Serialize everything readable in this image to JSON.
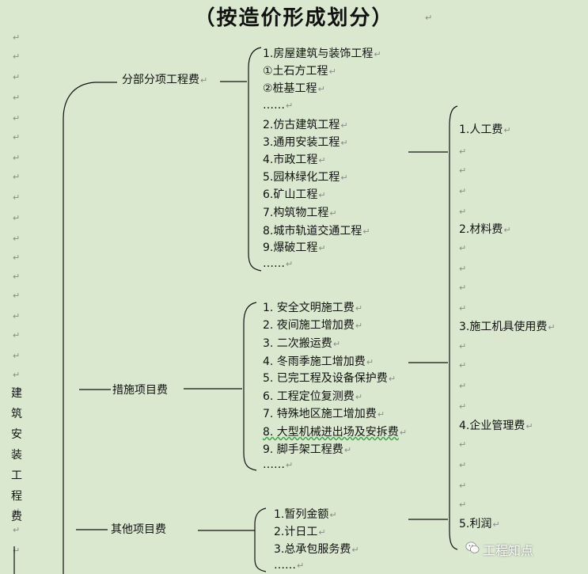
{
  "title": "（按造价形成划分）",
  "paragraph_mark": "↵",
  "root_label": [
    "建",
    "筑",
    "安",
    "装",
    "工",
    "程",
    "费"
  ],
  "branches": {
    "fenbu": {
      "label": "分部分项工程费",
      "items": [
        "1.房屋建筑与装饰工程",
        "①土石方工程",
        "②桩基工程",
        "……",
        "2.仿古建筑工程",
        "3.通用安装工程",
        "4.市政工程",
        "5.园林绿化工程",
        "6.矿山工程",
        "7.构筑物工程",
        "8.城市轨道交通工程",
        "9.爆破工程",
        "……"
      ]
    },
    "cuoshi": {
      "label": "措施项目费",
      "items": [
        "1.  安全文明施工费",
        "2.  夜间施工增加费",
        "3.  二次搬运费",
        "4.  冬雨季施工增加费",
        "5.  已完工程及设备保护费",
        "6.  工程定位复测费",
        "7.  特殊地区施工增加费",
        "8. 大型机械进出场及安拆费",
        "9.  脚手架工程费",
        "……"
      ]
    },
    "qita": {
      "label": "其他项目费",
      "items": [
        "1.暂列金额",
        "2.计日工",
        "3.总承包服务费",
        "……"
      ]
    }
  },
  "composition": [
    "1.人工费",
    "2.材料费",
    "3.施工机具使用费",
    "4.企业管理费",
    "5.利润"
  ],
  "watermark": "工程知点",
  "watermark_icon": "wechat-icon"
}
